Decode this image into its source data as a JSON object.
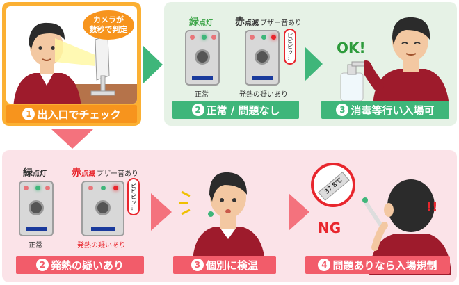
{
  "step1": {
    "num": "1",
    "label": "出入口でチェック",
    "bubble_line1": "カメラが",
    "bubble_line2": "数秒で判定"
  },
  "top_right": {
    "green_label_main": "緑",
    "green_label_sub": "点灯",
    "red_label_main": "赤",
    "red_label_sub": "点滅",
    "buzzer": "ブザー音あり",
    "normal": "正常",
    "fever_suspect": "発熱の疑いあり",
    "beep": "ピピピッ…",
    "ok": "OK!",
    "step2": {
      "num": "2",
      "label": "正常 / 問題なし"
    },
    "step3": {
      "num": "3",
      "label": "消毒等行い入場可"
    }
  },
  "bottom": {
    "green_label_main": "緑",
    "green_label_sub": "点灯",
    "red_label_main": "赤",
    "red_label_sub": "点滅",
    "buzzer": "ブザー音あり",
    "normal": "正常",
    "fever_suspect": "発熱の疑いあり",
    "beep": "ピピピッ…",
    "thermo": "37.8℃",
    "ng": "NG",
    "alarm": "!!",
    "step2": {
      "num": "2",
      "label": "発熱の疑いあり"
    },
    "step3": {
      "num": "3",
      "label": "個別に検温"
    },
    "step4": {
      "num": "4",
      "label": "問題ありなら入場規制"
    }
  },
  "colors": {
    "orange": "#f7a21b",
    "green": "#3fb67a",
    "pink": "#f25c6a",
    "green_bg": "#e6f2e6",
    "pink_bg": "#fbe3e8",
    "red_text": "#e8262d"
  }
}
